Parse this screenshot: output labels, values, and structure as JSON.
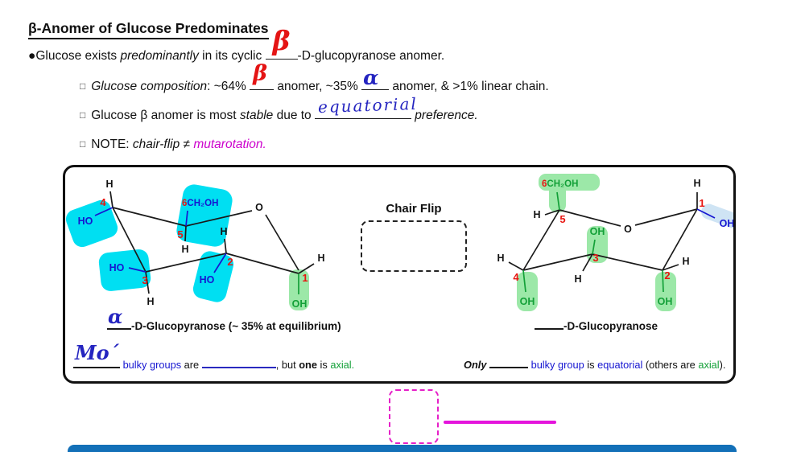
{
  "colors": {
    "highlight_cyan": "#00dff2",
    "highlight_green": "#9ce8a8",
    "highlight_pale_blue": "#cfe4f4",
    "label_blue": "#1616d1",
    "label_green": "#13a038",
    "number_red": "#e81410",
    "magenta_text": "#cc00cc",
    "magenta_annotation": "#e620c8",
    "bottom_bar_blue": "#1370b8",
    "handwriting_red": "#e41414",
    "handwriting_blue": "#2525c0"
  },
  "header": {
    "title": "β-Anomer of Glucose Predominates",
    "line1": {
      "bullet": "●",
      "t1": "Glucose exists ",
      "i1": "predominantly",
      "t2": " in its cyclic ",
      "hw": "β",
      "t3": "-D-glucopyranose anomer."
    },
    "line2": {
      "bullet": "□",
      "i1": "Glucose composition",
      "t1": ": ~64% ",
      "hw1": "β",
      "t2": " anomer, ~35% ",
      "hw2": "α",
      "t3": " anomer, & >1% linear chain."
    },
    "line3": {
      "bullet": "□",
      "t1": "Glucose β anomer is most ",
      "i1": "stable",
      "t2": " due to ",
      "hw": "equatorial",
      "i2": " preference."
    },
    "line4": {
      "bullet": "□",
      "t1": "NOTE: ",
      "i1": "chair-flip",
      "t2": " ≠ ",
      "m1": "mutarotation."
    }
  },
  "diagram": {
    "chair_flip_label": "Chair Flip",
    "atoms": {
      "h": "H",
      "o": "O",
      "ho": "HO",
      "oh": "OH",
      "ch2oh": "CH₂OH"
    },
    "ring_numbers": {
      "n1": "1",
      "n2": "2",
      "n3": "3",
      "n4": "4",
      "n5": "5",
      "n6": "6"
    },
    "left_label": {
      "hw": "α",
      "text": "-D-Glucopyranose (~ 35% at equilibrium)"
    },
    "left_caption": {
      "hw": "Mo´",
      "blue": "bulky groups",
      "t1": " are ",
      "t2": ", but ",
      "b1": "one",
      "t3": " is ",
      "green": "axial."
    },
    "right_label": {
      "text": "-D-Glucopyranose"
    },
    "right_caption": {
      "only": "Only",
      "blue1": "bulky group",
      "t1": " is ",
      "blue2": "equatorial",
      "t2": " (others are ",
      "green": "axial",
      "t3": ")."
    }
  }
}
